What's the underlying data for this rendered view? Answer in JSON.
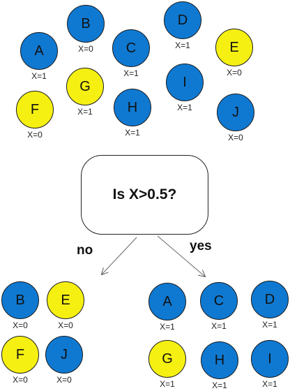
{
  "colors": {
    "blue": "#0F79D2",
    "yellow": "#F5F012"
  },
  "question": "Is X>0.5?",
  "branches": {
    "no": "no",
    "yes": "yes"
  },
  "top_nodes": [
    {
      "letter": "A",
      "x_label": "X=1",
      "color": "blue"
    },
    {
      "letter": "B",
      "x_label": "X=0",
      "color": "blue"
    },
    {
      "letter": "C",
      "x_label": "X=1",
      "color": "blue"
    },
    {
      "letter": "D",
      "x_label": "X=1",
      "color": "blue"
    },
    {
      "letter": "E",
      "x_label": "X=0",
      "color": "yellow"
    },
    {
      "letter": "F",
      "x_label": "X=0",
      "color": "yellow"
    },
    {
      "letter": "G",
      "x_label": "X=1",
      "color": "yellow"
    },
    {
      "letter": "H",
      "x_label": "X=1",
      "color": "blue"
    },
    {
      "letter": "I",
      "x_label": "X=1",
      "color": "blue"
    },
    {
      "letter": "J",
      "x_label": "X=0",
      "color": "blue"
    }
  ],
  "no_nodes": [
    {
      "letter": "B",
      "x_label": "X=0",
      "color": "blue"
    },
    {
      "letter": "E",
      "x_label": "X=0",
      "color": "yellow"
    },
    {
      "letter": "F",
      "x_label": "X=0",
      "color": "yellow"
    },
    {
      "letter": "J",
      "x_label": "X=0",
      "color": "blue"
    }
  ],
  "yes_nodes": [
    {
      "letter": "A",
      "x_label": "X=1",
      "color": "blue"
    },
    {
      "letter": "C",
      "x_label": "X=1",
      "color": "blue"
    },
    {
      "letter": "D",
      "x_label": "X=1",
      "color": "blue"
    },
    {
      "letter": "G",
      "x_label": "X=1",
      "color": "yellow"
    },
    {
      "letter": "H",
      "x_label": "X=1",
      "color": "blue"
    },
    {
      "letter": "I",
      "x_label": "X=1",
      "color": "blue"
    }
  ]
}
